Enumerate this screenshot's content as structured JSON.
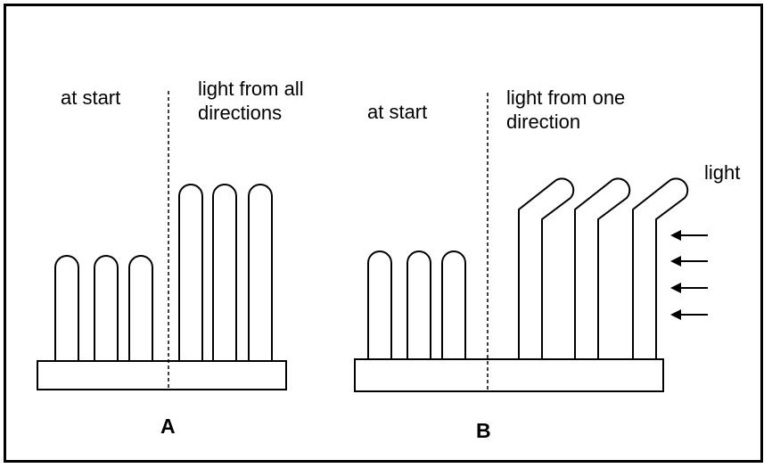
{
  "panel_a": {
    "label_before": "at start",
    "label_after": "light from all\ndirections",
    "letter": "A"
  },
  "panel_b": {
    "label_before": "at start",
    "label_after": "light from one\ndirection",
    "light_label": "light",
    "letter": "B"
  }
}
